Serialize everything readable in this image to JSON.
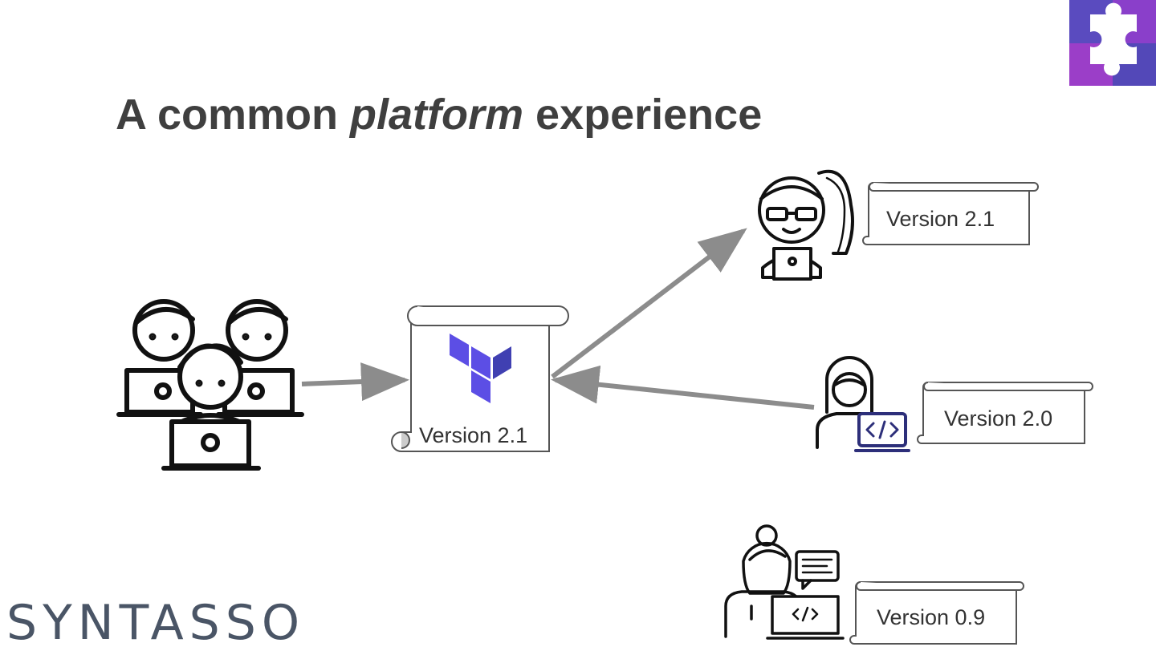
{
  "slide": {
    "title_pre": "A common",
    "title_em": "platform",
    "title_post": "experience",
    "brand": "SYNTASSO"
  },
  "central_scroll": {
    "version": "Version 2.1",
    "logo_icon": "terraform-icon",
    "logo_color": "#5c4ee5"
  },
  "consumers": [
    {
      "version": "Version 2.1",
      "icon": "developer-woman-glasses-icon",
      "arrow": "outgoing"
    },
    {
      "version": "Version 2.0",
      "icon": "developer-woman-code-laptop-icon",
      "arrow": "incoming"
    },
    {
      "version": "Version 0.9",
      "icon": "developer-woman-chat-icon",
      "arrow": "none"
    }
  ],
  "producers_icon": "platform-team-icon",
  "colors": {
    "title": "#3f3f3f",
    "arrow": "#8c8c8c",
    "logo_purple": "#9b3ec8",
    "logo_indigo": "#5348b8"
  }
}
